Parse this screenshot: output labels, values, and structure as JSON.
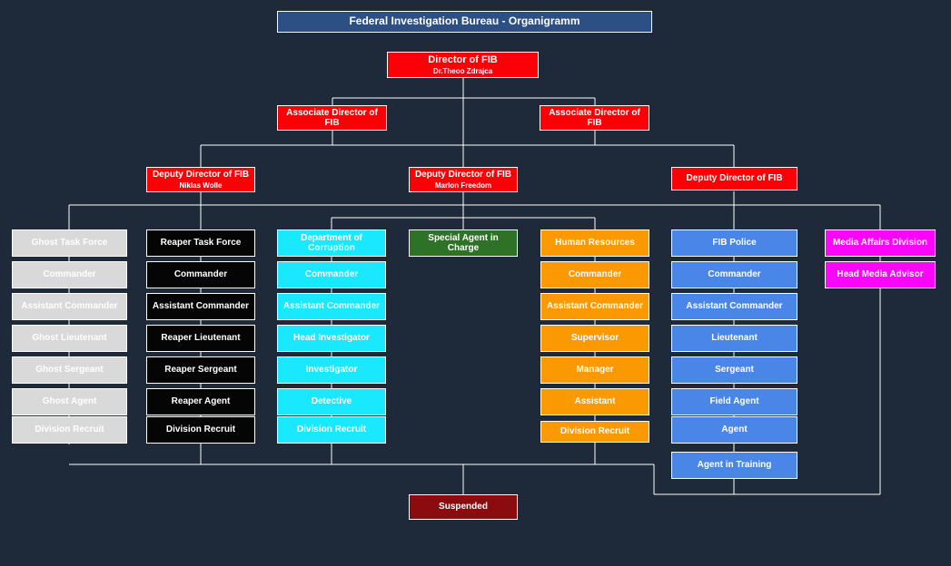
{
  "page": {
    "background_color": "#1e2a3a",
    "line_color": "#ffffff"
  },
  "banner": {
    "label": "Federal Investigation Bureau - Organigramm",
    "color": "#2c5083"
  },
  "leadership": {
    "director": {
      "label": "Director of FIB",
      "name": "Dr.Theoo Zdrajca",
      "color": "#fb0007"
    },
    "associate_directors": [
      {
        "label": "Associate Director of FIB",
        "color": "#fb0007"
      },
      {
        "label": "Associate Director of FIB",
        "color": "#fb0007"
      }
    ],
    "deputy_directors": [
      {
        "label": "Deputy Director of FIB",
        "name": "Niklas Wolle",
        "color": "#fb0007"
      },
      {
        "label": "Deputy Director of FIB",
        "name": "Marlon Freedom",
        "color": "#fb0007"
      },
      {
        "label": "Deputy Director of FIB",
        "name": "",
        "color": "#fb0007"
      }
    ]
  },
  "divisions": [
    {
      "header": "Ghost Task Force",
      "color": "#d9d9d9",
      "ranks": [
        "Commander",
        "Assistant Commander",
        "Ghost Lieutenant",
        "Ghost Sergeant",
        "Ghost Agent",
        "Division Recruit"
      ]
    },
    {
      "header": "Reaper Task Force",
      "color": "#050505",
      "ranks": [
        "Commander",
        "Assistant Commander",
        "Reaper Lieutenant",
        "Reaper Sergeant",
        "Reaper Agent",
        "Division Recruit"
      ]
    },
    {
      "header": "Department of Corruption",
      "color": "#1ae8ff",
      "ranks": [
        "Commander",
        "Assistant Commander",
        "Head Investigator",
        "Investigator",
        "Detective",
        "Division Recruit"
      ]
    },
    {
      "header": "Special Agent in Charge",
      "color": "#2d7226",
      "ranks": []
    },
    {
      "header": "Human Resources",
      "color": "#fb9902",
      "ranks": [
        "Commander",
        "Assistant Commander",
        "Supervisor",
        "Manager",
        "Assistant",
        "Division Recruit"
      ]
    },
    {
      "header": "FIB Police",
      "color": "#4a86e8",
      "ranks": [
        "Commander",
        "Assistant Commander",
        "Lieutenant",
        "Sergeant",
        "Field Agent",
        "Agent",
        "Agent in Training"
      ]
    },
    {
      "header": "Media Affairs Division",
      "color": "#fb06fb",
      "ranks": [
        "Head Media Advisor"
      ]
    }
  ],
  "footer": {
    "suspended": {
      "label": "Suspended",
      "color": "#8b0c0e"
    }
  }
}
